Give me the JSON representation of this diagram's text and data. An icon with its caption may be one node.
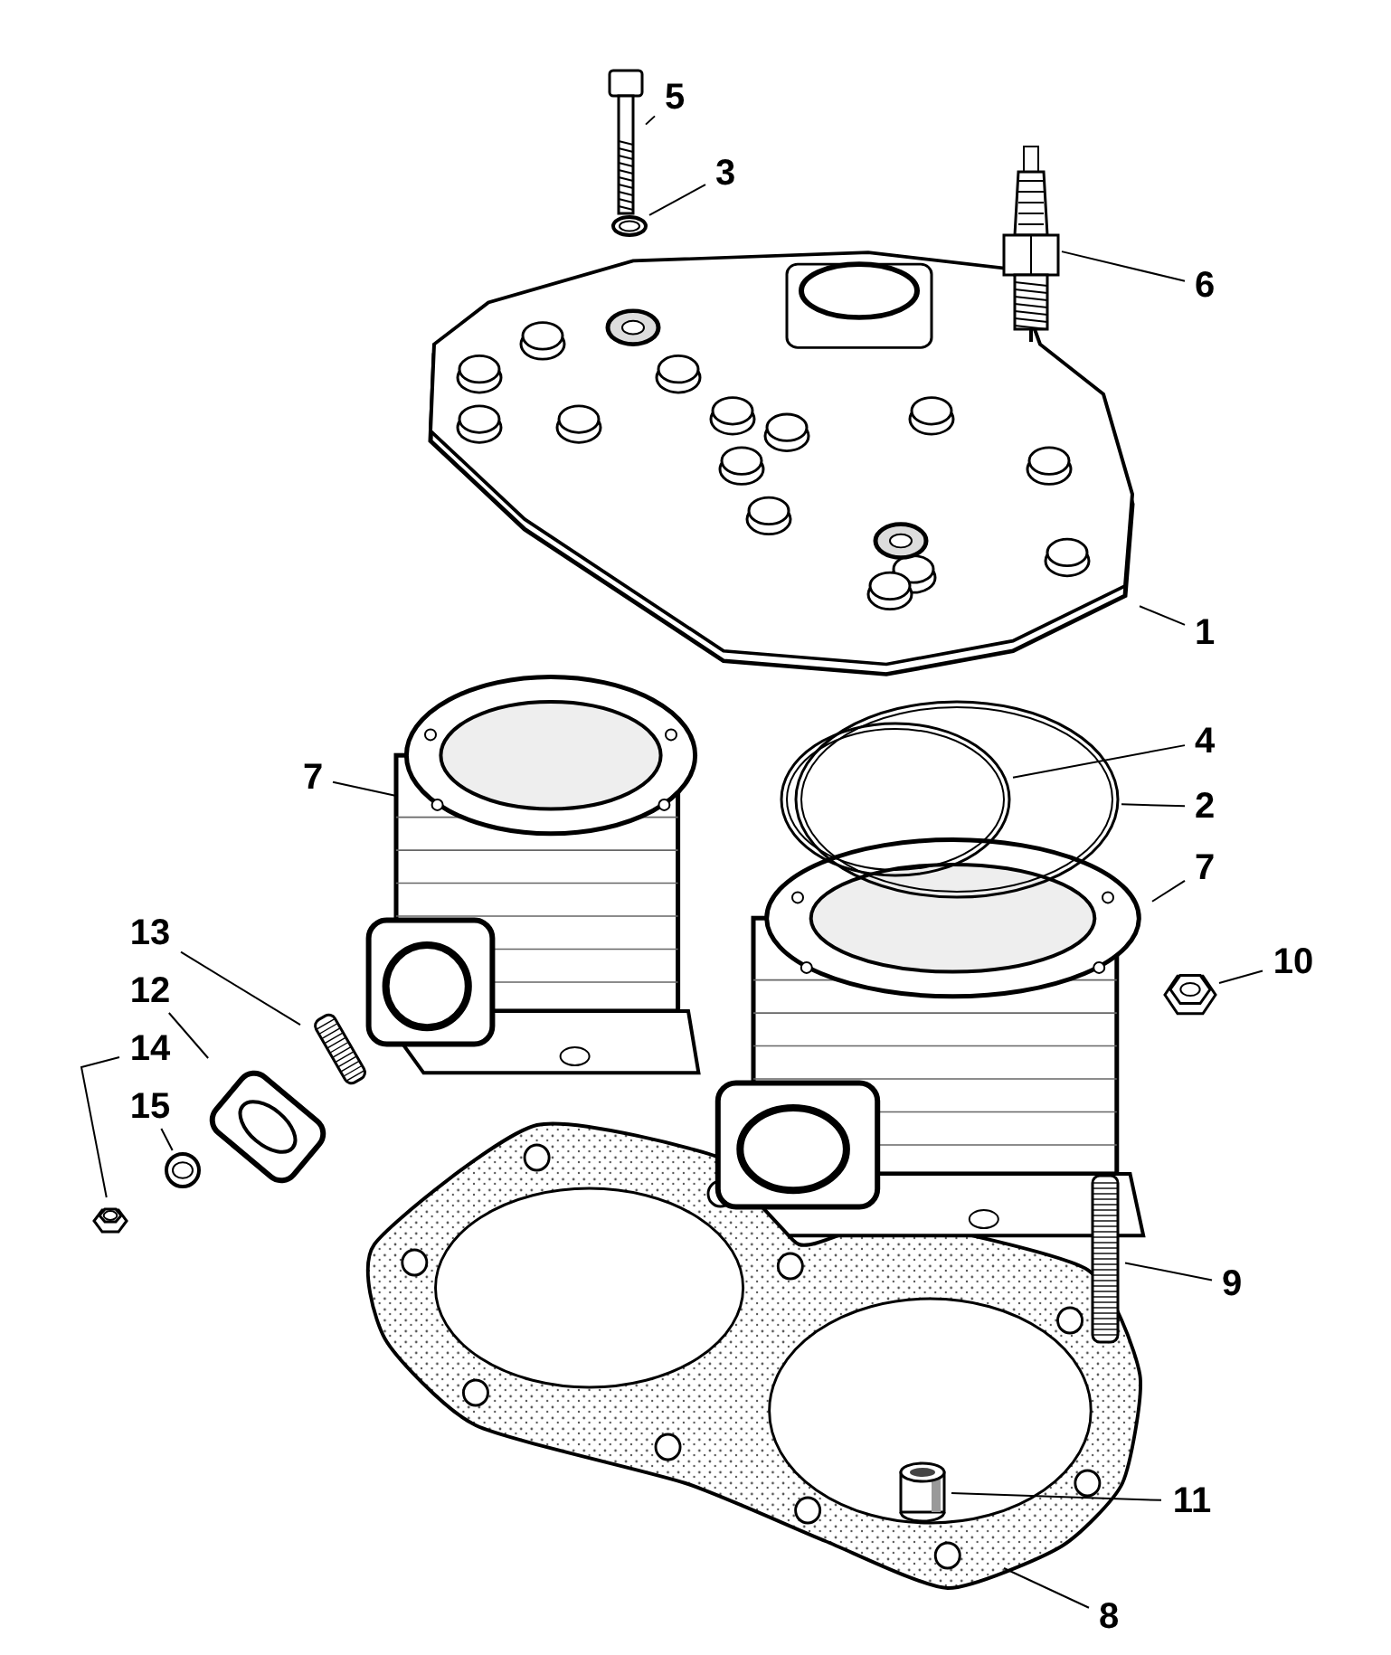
{
  "diagram": {
    "nodes": [
      {
        "text": [
          "5"
        ]
      },
      {
        "text": [],
        "shape": "picture"
      },
      {
        "text": [
          "3"
        ]
      },
      {
        "text": [],
        "shape": "picture"
      },
      {
        "text": [
          "6"
        ]
      },
      {
        "text": [],
        "shape": "picture"
      },
      {
        "text": [
          "1"
        ]
      },
      {
        "text": [],
        "shape": "picture"
      },
      {
        "text": [
          "4"
        ]
      },
      {
        "text": [],
        "shape": "picture"
      },
      {
        "text": [
          "2"
        ]
      },
      {
        "text": [],
        "shape": "picture"
      },
      {
        "text": [
          "7"
        ]
      },
      {
        "text": [],
        "shape": "picture"
      },
      {
        "text": [
          "7"
        ]
      },
      {
        "text": [],
        "shape": "picture"
      },
      {
        "text": [
          "10"
        ]
      },
      {
        "text": [],
        "shape": "picture"
      },
      {
        "text": [
          "13"
        ]
      },
      {
        "text": [],
        "shape": "picture"
      },
      {
        "text": [
          "12"
        ]
      },
      {
        "text": [],
        "shape": "picture"
      },
      {
        "text": [
          "14"
        ]
      },
      {
        "text": [],
        "shape": "picture"
      },
      {
        "text": [
          "15"
        ]
      },
      {
        "text": [],
        "shape": "picture"
      },
      {
        "text": [
          "9"
        ]
      },
      {
        "text": [],
        "shape": "picture"
      },
      {
        "text": [
          "11"
        ]
      },
      {
        "text": [],
        "shape": "picture",
        "in": 31
      },
      {
        "text": [
          "8"
        ]
      },
      {
        "text": [],
        "shape": "picture"
      }
    ],
    "edges": [
      {
        "from": 0,
        "to": 1,
        "arrow": "none"
      },
      {
        "from": 2,
        "to": 3,
        "arrow": "none"
      },
      {
        "from": 4,
        "to": 5,
        "arrow": "none"
      },
      {
        "from": 6,
        "to": 7,
        "arrow": "none"
      },
      {
        "from": 8,
        "to": 9,
        "arrow": "none"
      },
      {
        "from": 10,
        "to": 11,
        "arrow": "none"
      },
      {
        "from": 12,
        "to": 13,
        "arrow": "none"
      },
      {
        "from": 14,
        "to": 15,
        "arrow": "none"
      },
      {
        "from": 16,
        "to": 17,
        "arrow": "none"
      },
      {
        "from": 18,
        "to": 19,
        "arrow": "none"
      },
      {
        "from": 20,
        "to": 21,
        "arrow": "none"
      },
      {
        "from": 22,
        "to": 23,
        "arrow": "none"
      },
      {
        "from": 24,
        "to": 25,
        "arrow": "none"
      },
      {
        "from": 26,
        "to": 27,
        "arrow": "none"
      },
      {
        "from": 28,
        "to": 29,
        "arrow": "none"
      },
      {
        "from": 30,
        "to": 31,
        "arrow": "none"
      }
    ]
  }
}
